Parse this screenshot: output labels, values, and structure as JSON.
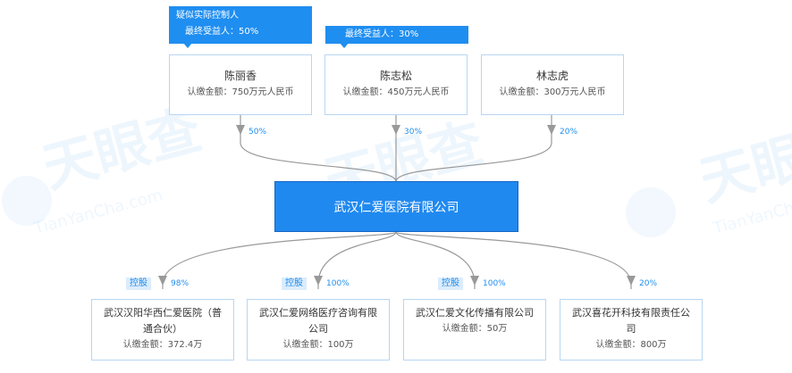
{
  "watermark": {
    "brand": "天眼查",
    "domain": "TianYanCha.com"
  },
  "colors": {
    "accent": "#1f8ef1",
    "center_fill": "#2089f0",
    "border": "#b9d6f2",
    "line": "#999999"
  },
  "tags": {
    "shareholder1": {
      "line1": "疑似实际控制人",
      "line2": "最终受益人：50%"
    },
    "shareholder2": {
      "line1": "最终受益人：30%"
    }
  },
  "shareholders": [
    {
      "name": "陈丽香",
      "amount": "认缴金额：750万元人民币",
      "pct": "50%"
    },
    {
      "name": "陈志松",
      "amount": "认缴金额：450万元人民币",
      "pct": "30%"
    },
    {
      "name": "林志虎",
      "amount": "认缴金额：300万元人民币",
      "pct": "20%"
    }
  ],
  "company": {
    "name": "武汉仁爱医院有限公司"
  },
  "investments": [
    {
      "control": "控股",
      "pct": "98%",
      "name": "武汉汉阳华西仁爱医院（普通合伙）",
      "amount": "认缴金额：372.4万"
    },
    {
      "control": "控股",
      "pct": "100%",
      "name": "武汉仁爱网络医疗咨询有限公司",
      "amount": "认缴金额：100万"
    },
    {
      "control": "控股",
      "pct": "100%",
      "name": "武汉仁爱文化传播有限公司",
      "amount": "认缴金额：50万"
    },
    {
      "control": "",
      "pct": "20%",
      "name": "武汉喜花开科技有限责任公司",
      "amount": "认缴金额：800万"
    }
  ]
}
